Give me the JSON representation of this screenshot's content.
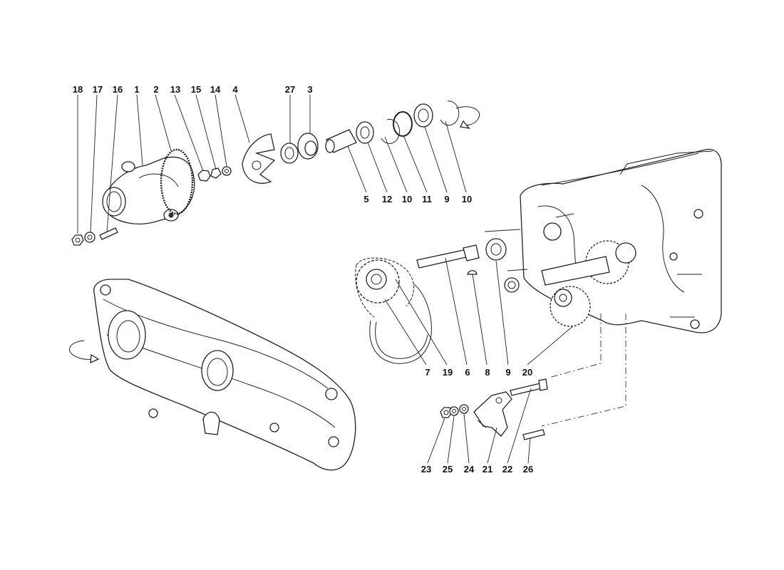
{
  "diagram": {
    "callouts_top": [
      "18",
      "17",
      "16",
      "1",
      "2",
      "13",
      "15",
      "14",
      "4",
      "27",
      "3"
    ],
    "callouts_mid": [
      "5",
      "12",
      "10",
      "11",
      "9",
      "10"
    ],
    "callouts_chain": [
      "7",
      "19",
      "6",
      "8",
      "9",
      "20"
    ],
    "callouts_tensioner": [
      "23",
      "25",
      "24",
      "21",
      "22",
      "26"
    ],
    "colors": {
      "ink": "#222222",
      "background": "#ffffff"
    }
  }
}
